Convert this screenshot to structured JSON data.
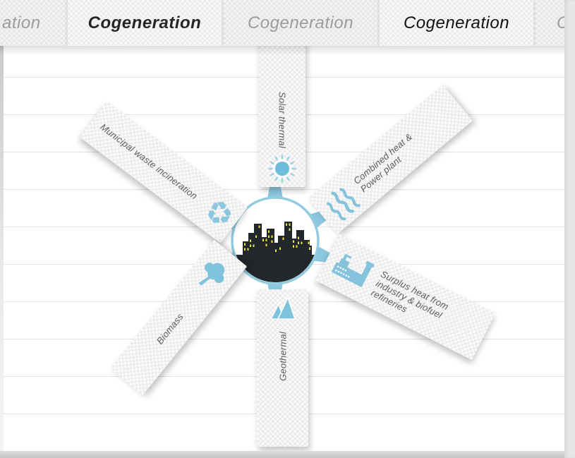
{
  "tabs": {
    "items": [
      {
        "label": "ation"
      },
      {
        "label": "Cogeneration"
      },
      {
        "label": "Cogeneration"
      },
      {
        "label": "Cogeneration"
      },
      {
        "label": "C"
      }
    ]
  },
  "diagram": {
    "center": {
      "icon": "city-skyline-icon"
    },
    "spokes": {
      "solar": {
        "label": "Solar thermal",
        "icon": "sun-icon"
      },
      "municipal": {
        "label": "Municipal waste incineration",
        "icon": "recycle-icon"
      },
      "combined": {
        "line1": "Combined heat &",
        "line2": "Power plant",
        "icon": "steam-icon"
      },
      "surplus": {
        "line1": "Surplus heat from",
        "line2": "industry & biofuel",
        "line3": "refineries",
        "icon": "factory-ship-icon"
      },
      "geothermal": {
        "label": "Geothermal",
        "icon": "mountains-icon"
      },
      "biomass": {
        "label": "Biomass",
        "icon": "tree-icon"
      }
    }
  },
  "colors": {
    "accent_blue": "#7fc2dc",
    "ring_blue": "#93cbe0",
    "skyline_black": "#22272b",
    "window_yellow": "#ece23e"
  }
}
